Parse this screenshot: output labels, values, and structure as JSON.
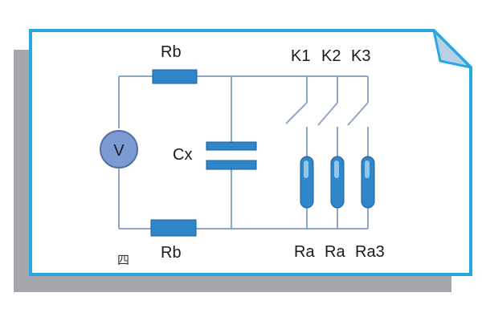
{
  "colors": {
    "frame": "#2aa6e0",
    "shadow": "#a6a7ab",
    "fold": "#b9cfe4",
    "wire": "#8ea7c7",
    "component": "#2f86c8",
    "component_stroke": "#1b5f97",
    "meter_fill": "#7c9bd3",
    "text": "#1a1a1a"
  },
  "labels": {
    "rb_top": "Rb",
    "rb_bottom": "Rb",
    "voltmeter": "V",
    "capacitor": "Cx",
    "k1": "K1",
    "k2": "K2",
    "k3": "K3",
    "ra1": "Ra",
    "ra2": "Ra",
    "ra3": "Ra3",
    "corner_mark": "四"
  }
}
